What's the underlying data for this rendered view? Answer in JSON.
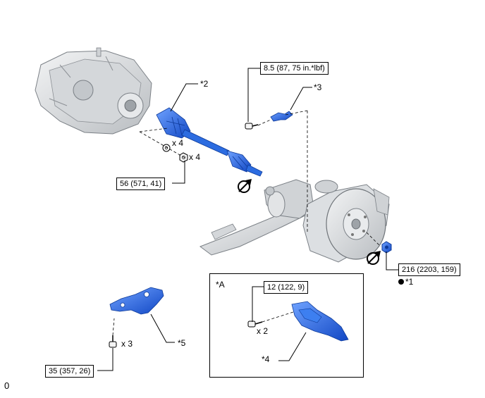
{
  "parts": {
    "p1": "*1",
    "p2": "*2",
    "p3": "*3",
    "p4": "*4",
    "p5": "*5"
  },
  "inset": {
    "label": "*A"
  },
  "torques": {
    "t_85": "8.5 (87, 75 in.*lbf)",
    "t_56": "56 (571, 41)",
    "t_216": "216 (2203, 159)",
    "t_12": "12 (122, 9)",
    "t_35": "35 (357, 26)"
  },
  "quantities": {
    "washer_x4": "x 4",
    "nut_x4": "x 4",
    "bolt_x2": "x 2",
    "bolt_x3": "x 3"
  },
  "footer": {
    "figure_id": "0"
  },
  "colors": {
    "part_blue": "#1a5fd6",
    "line": "#000000",
    "gray_part": "#d9dcdf"
  }
}
